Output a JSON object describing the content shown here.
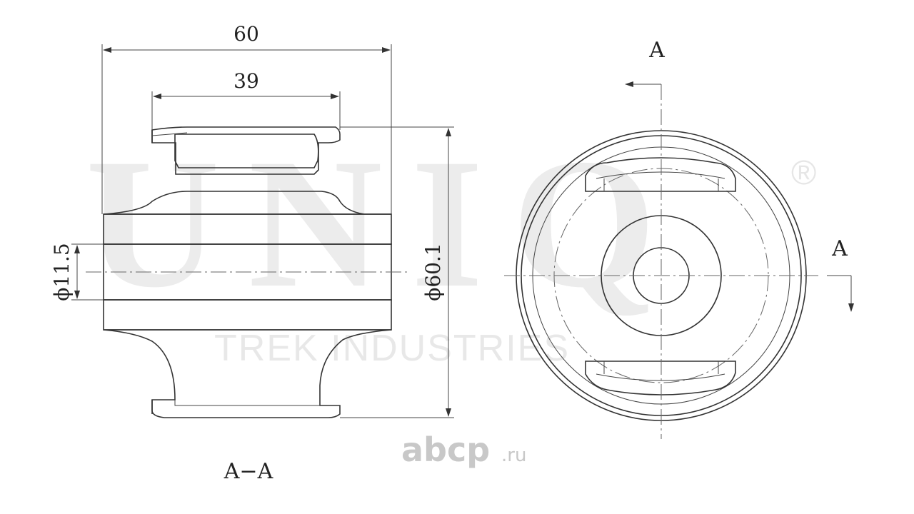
{
  "watermark": {
    "brand": "UNIQ",
    "subtitle": "TREK INDUSTRIES",
    "registered_mark": "®"
  },
  "logo": {
    "name": "abcp",
    "suffix": ".ru"
  },
  "dimensions": {
    "overall_width": "60",
    "inner_width": "39",
    "bore_diameter": "ϕ11.5",
    "outer_diameter": "ϕ60.1"
  },
  "labels": {
    "section_view": "A−A",
    "cut_marker_top": "A",
    "cut_marker_right": "A"
  },
  "colors": {
    "line": "#333333",
    "watermark": "#ececec"
  }
}
